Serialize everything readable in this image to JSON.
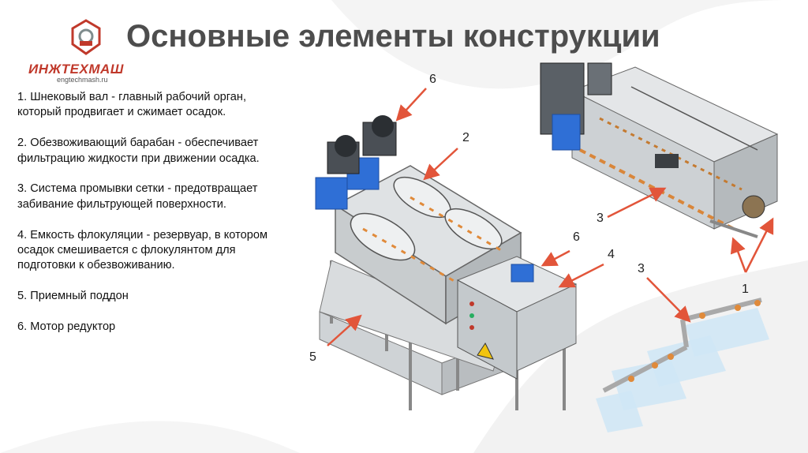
{
  "title": "Основные элементы конструкции",
  "brand": {
    "name": "ИНЖТЕХМАШ",
    "site": "engtechmash.ru"
  },
  "items": [
    "1. Шнековый вал - главный рабочий орган, который продвигает и сжимает осадок.",
    "2. Обезвоживающий барабан - обеспечивает фильтрацию жидкости при движении осадка.",
    "3. Система промывки сетки - предотвращает забивание фильтрующей поверхности.",
    "4. Емкость флокуляции - резервуар, в котором осадок смешивается с флокулянтом для подготовки к обезвоживанию.",
    "5. Приемный поддон",
    "6. Мотор редуктор"
  ],
  "callouts": {
    "c6_top": "6",
    "c2": "2",
    "c6_mid": "6",
    "c4": "4",
    "c5": "5",
    "c3_upper": "3",
    "c3_lower": "3",
    "c1": "1"
  },
  "colors": {
    "accent": "#e2553a",
    "title": "#4d4d4d",
    "brand": "#c0392b",
    "motor": "#2f6fd6"
  }
}
